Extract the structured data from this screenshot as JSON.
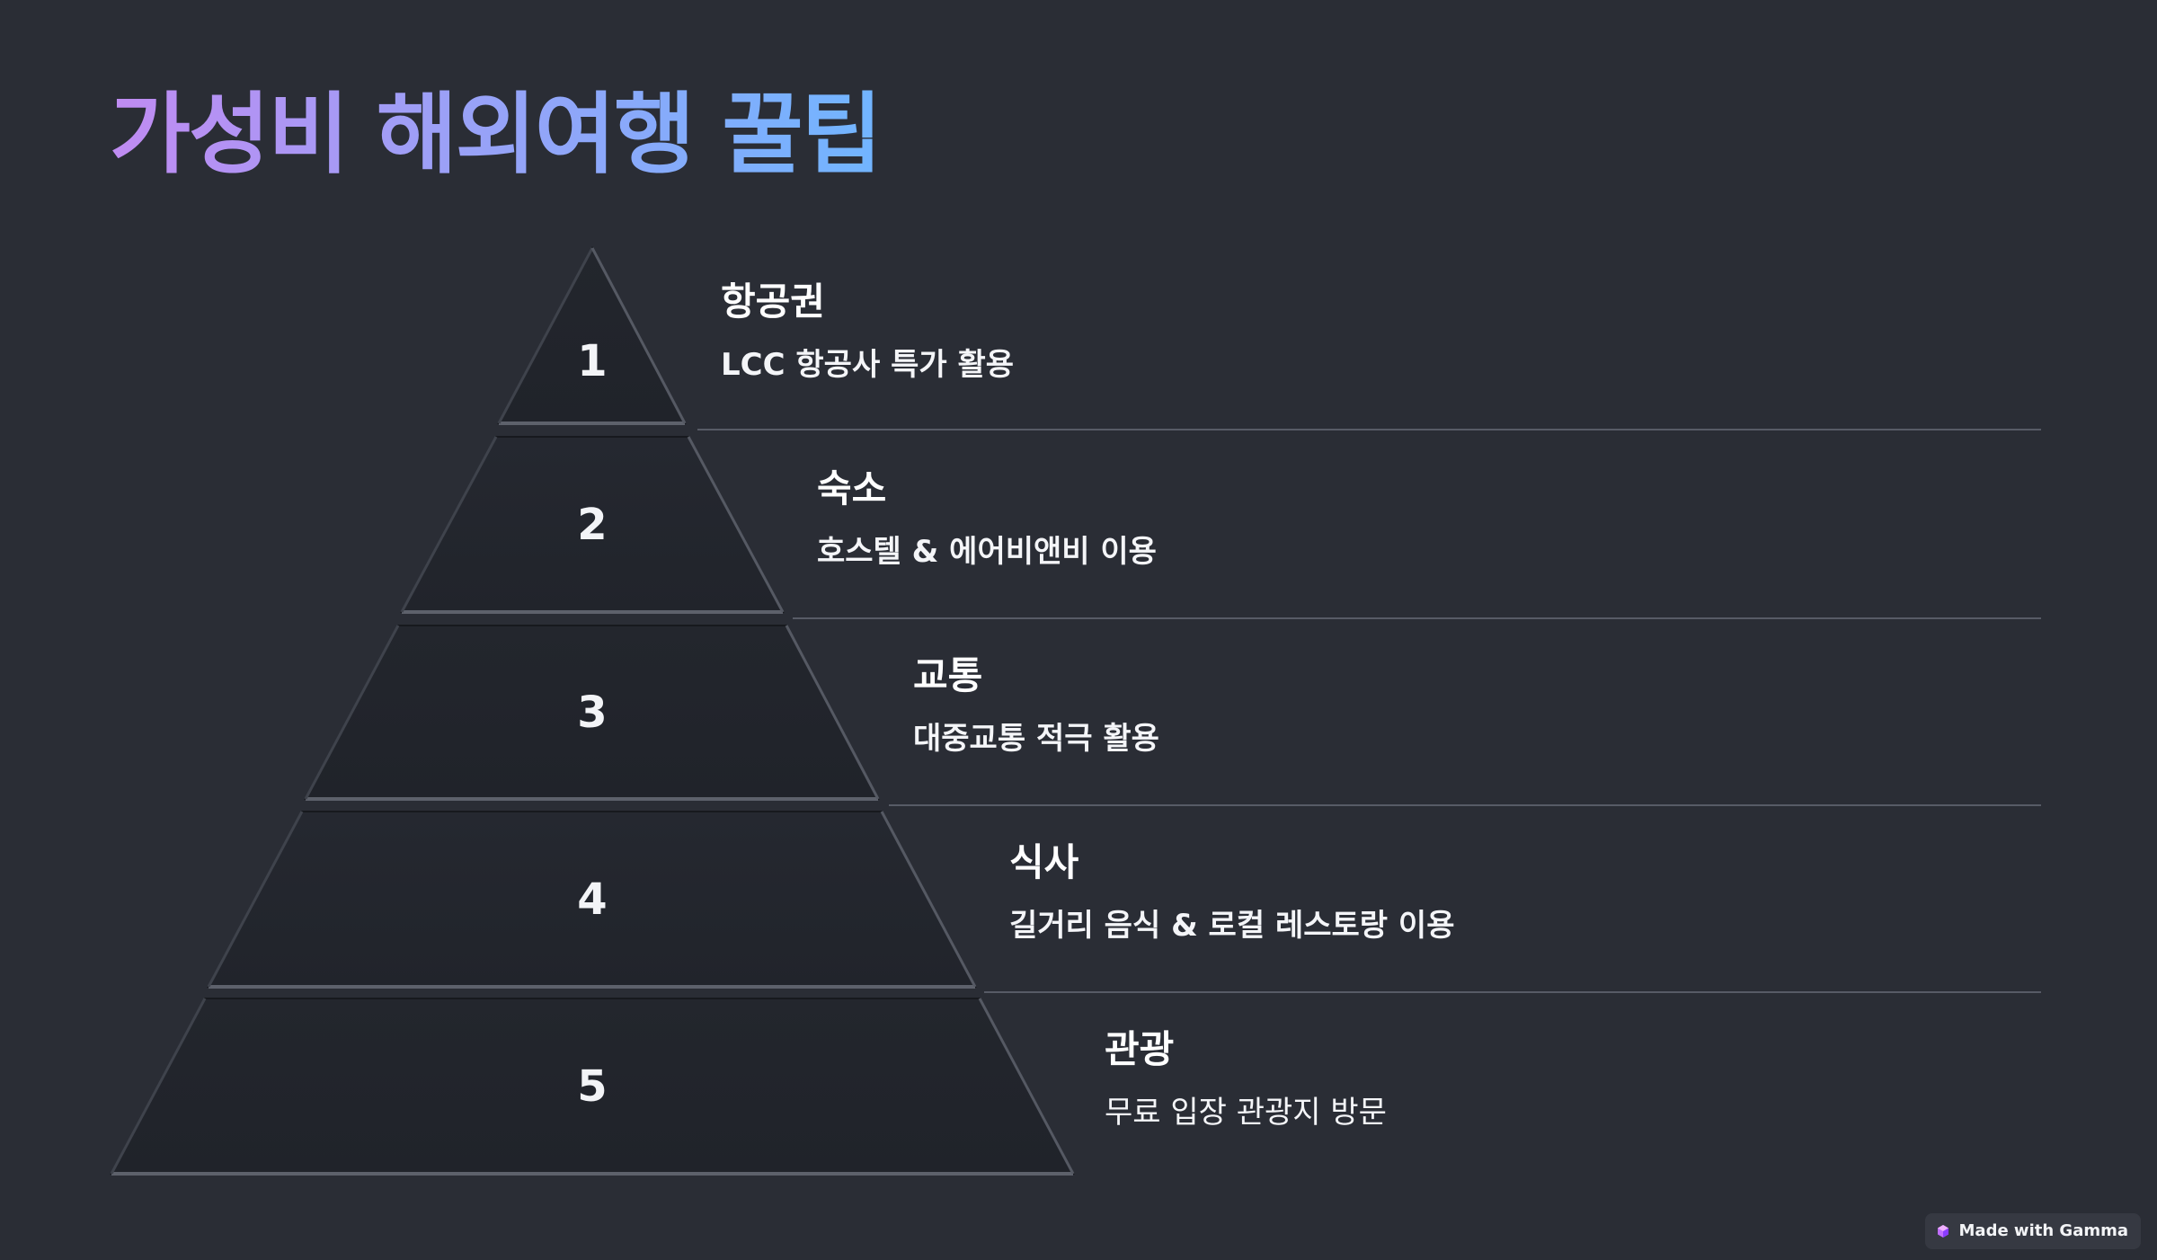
{
  "title": "가성비 해외여행 꿀팁",
  "levels": [
    {
      "number": "1",
      "title": "항공권",
      "description": "LCC 항공사 특가 활용"
    },
    {
      "number": "2",
      "title": "숙소",
      "description": "호스텔 & 에어비앤비 이용"
    },
    {
      "number": "3",
      "title": "교통",
      "description": "대중교통 적극 활용"
    },
    {
      "number": "4",
      "title": "식사",
      "description": "길거리 음식 & 로컬 레스토랑 이용"
    },
    {
      "number": "5",
      "title": "관광",
      "description": "무료 입장 관광지 방문"
    }
  ],
  "badge": {
    "label": "Made with Gamma",
    "icon": "gamma-logo-icon"
  },
  "colors": {
    "background": "#2a2d35",
    "title_gradient_start": "#c08bf2",
    "title_gradient_end": "#71b5ff",
    "divider": "#575b66"
  }
}
